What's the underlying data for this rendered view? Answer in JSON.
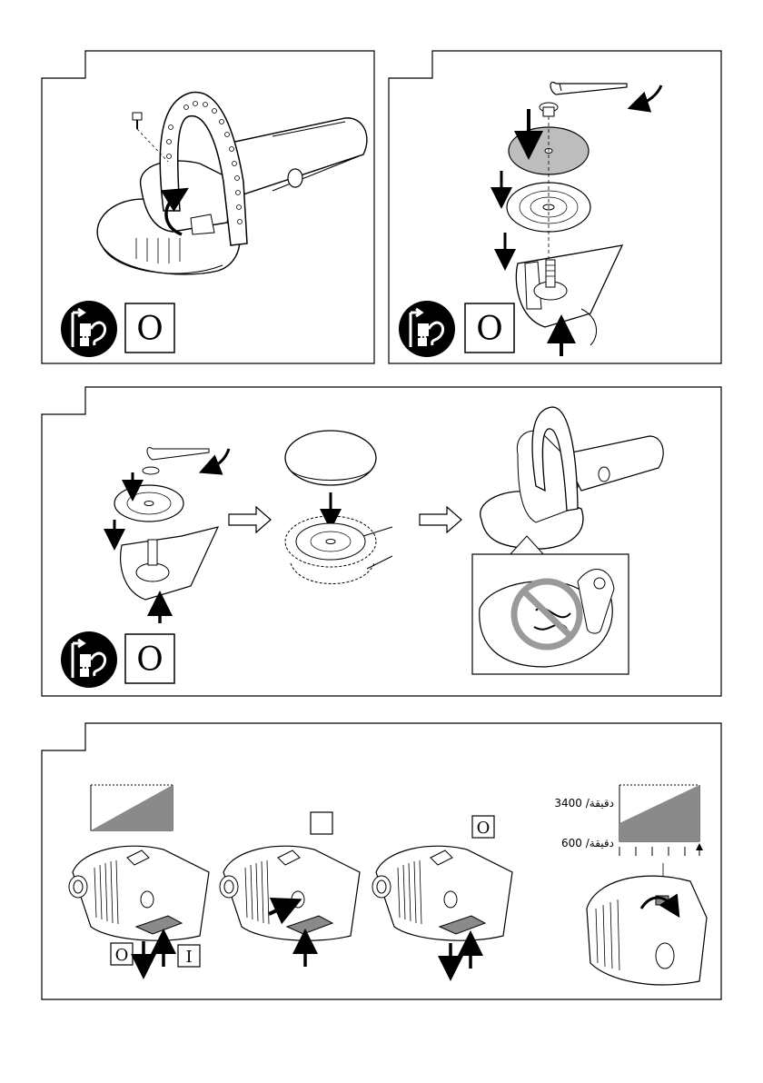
{
  "symbols": {
    "off_letter": "O",
    "on_letter": "I",
    "unplug_icon": "unplug-plug-icon",
    "prohibited_icon": "no-cord-near-pad-icon"
  },
  "speed_scale": {
    "max_label": "3400 /دقيقة",
    "min_label": "600 /دقيقة"
  },
  "colors": {
    "ink": "#000000",
    "gray_fill": "#8a8a8a",
    "light_gray": "#bdbdbd",
    "prohibit_gray": "#9a9a9a"
  }
}
